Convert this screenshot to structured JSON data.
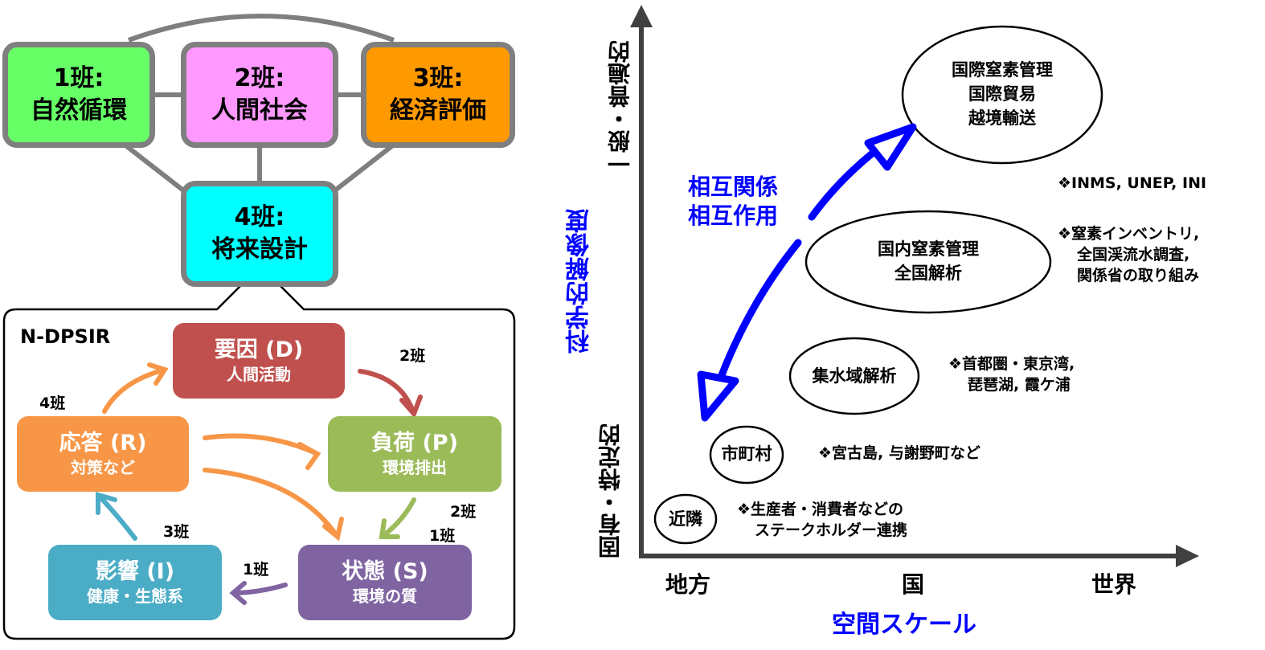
{
  "left_panel": {
    "teams": [
      {
        "id": "1",
        "line1": "1班:",
        "line2": "自然循環",
        "color": "#66ff66"
      },
      {
        "id": "2",
        "line1": "2班:",
        "line2": "人間社会",
        "color": "#ff99ff"
      },
      {
        "id": "3",
        "line1": "3班:",
        "line2": "経済評価",
        "color": "#ff9900"
      },
      {
        "id": "4",
        "line1": "4班:",
        "line2": "将来設計",
        "color": "#00ffff"
      }
    ],
    "dpsir": {
      "title": "N-DPSIR",
      "boxes": {
        "D": {
          "title": "要因 (D)",
          "subtitle": "人間活動",
          "color": "#c0504d"
        },
        "P": {
          "title": "負荷 (P)",
          "subtitle": "環境排出",
          "color": "#9bbb59"
        },
        "S": {
          "title": "状態 (S)",
          "subtitle": "環境の質",
          "color": "#8064a2"
        },
        "I": {
          "title": "影響 (I)",
          "subtitle": "健康・生態系",
          "color": "#4bacc6"
        },
        "R": {
          "title": "応答 (R)",
          "subtitle": "対策など",
          "color": "#f79646"
        }
      },
      "arrow_labels": {
        "d_to_p": "2班",
        "p_to_s": "2班",
        "r_to_s": "1班",
        "s_to_i": "1班",
        "i_to_r": "3班",
        "r_to_d": "4班"
      }
    }
  },
  "right_panel": {
    "y_axis": {
      "title": "科学的解像度",
      "top_label": "一般・普遍的",
      "bottom_label": "固有・特定的"
    },
    "x_axis": {
      "title": "空間スケール",
      "ticks": [
        "地方",
        "国",
        "世界"
      ]
    },
    "interaction_label": [
      "相互関係",
      "相互作用"
    ],
    "ellipses": [
      {
        "id": "international",
        "lines": [
          "国際窒素管理",
          "国際貿易",
          "越境輸送"
        ]
      },
      {
        "id": "national",
        "lines": [
          "国内窒素管理",
          "全国解析"
        ]
      },
      {
        "id": "watershed",
        "lines": [
          "集水域解析"
        ]
      },
      {
        "id": "municipal",
        "lines": [
          "市町村"
        ]
      },
      {
        "id": "neighborhood",
        "lines": [
          "近隣"
        ]
      }
    ],
    "notes": [
      {
        "id": "international",
        "lines": [
          "❖INMS, UNEP, INI"
        ]
      },
      {
        "id": "national",
        "lines": [
          "❖窒素インベントリ,",
          "全国渓流水調査,",
          "関係省の取り組み"
        ]
      },
      {
        "id": "watershed",
        "lines": [
          "❖首都圏・東京湾,",
          "琵琶湖, 霞ケ浦"
        ]
      },
      {
        "id": "municipal",
        "lines": [
          "❖宮古島, 与謝野町など"
        ]
      },
      {
        "id": "neighborhood",
        "lines": [
          "❖生産者・消費者などの",
          "ステークホルダー連携"
        ]
      }
    ],
    "colors": {
      "accent_blue": "#0000ff",
      "axis": "#404040"
    }
  }
}
